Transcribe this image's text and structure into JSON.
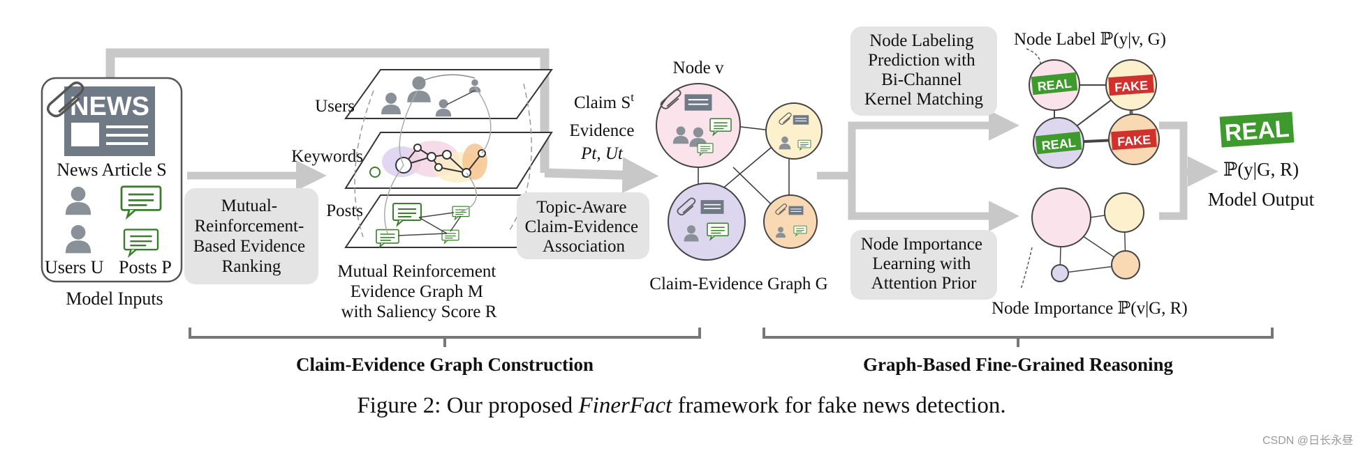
{
  "inputs": {
    "news_label": "NEWS",
    "article": "News Article S",
    "users": "Users U",
    "posts": "Posts P",
    "caption": "Model Inputs"
  },
  "ranking_box": [
    "Mutual-",
    "Reinforcement-",
    "Based Evidence",
    "Ranking"
  ],
  "mr_graph": {
    "users_label": "Users",
    "keywords_label": "Keywords",
    "posts_label": "Posts",
    "caption": [
      "Mutual Reinforcement",
      "Evidence Graph M",
      "with Saliency Score R"
    ]
  },
  "association": {
    "claim": "Claim S",
    "claim_sup": "t",
    "evidence": "Evidence",
    "evidence_sub": "Pt, Ut",
    "box": [
      "Topic-Aware",
      "Claim-Evidence",
      "Association"
    ]
  },
  "ce_graph": {
    "node_label": "Node v",
    "caption": "Claim-Evidence Graph G"
  },
  "labeling": {
    "box": [
      "Node Labeling",
      "Prediction with",
      "Bi-Channel",
      "Kernel Matching"
    ],
    "title": "Node Label ℙ(y|v, G)",
    "real": "REAL",
    "fake": "FAKE"
  },
  "importance": {
    "box": [
      "Node Importance",
      "Learning with",
      "Attention Prior"
    ],
    "title": "Node Importance ℙ(v|G, R)"
  },
  "output": {
    "stamp": "REAL",
    "prob": "ℙ(y|G, R)",
    "caption": "Model Output"
  },
  "sections": {
    "left": "Claim-Evidence Graph Construction",
    "right": "Graph-Based Fine-Grained Reasoning"
  },
  "figure_caption": {
    "prefix": "Figure 2: Our proposed ",
    "name": "FinerFact",
    "suffix": " framework for fake news detection."
  },
  "watermark": "CSDN @日长永昼",
  "colors": {
    "arrow": "#c8c8c8",
    "box": "#e4e4e4",
    "claim_pink": "#fbe3ec",
    "evidence_yellow": "#fdf1cd",
    "purple": "#ddd6ef",
    "orange": "#f8d9b4",
    "green_stamp": "#3f9a2e",
    "red_stamp": "#d0312d",
    "icon_gray": "#8a9098"
  }
}
